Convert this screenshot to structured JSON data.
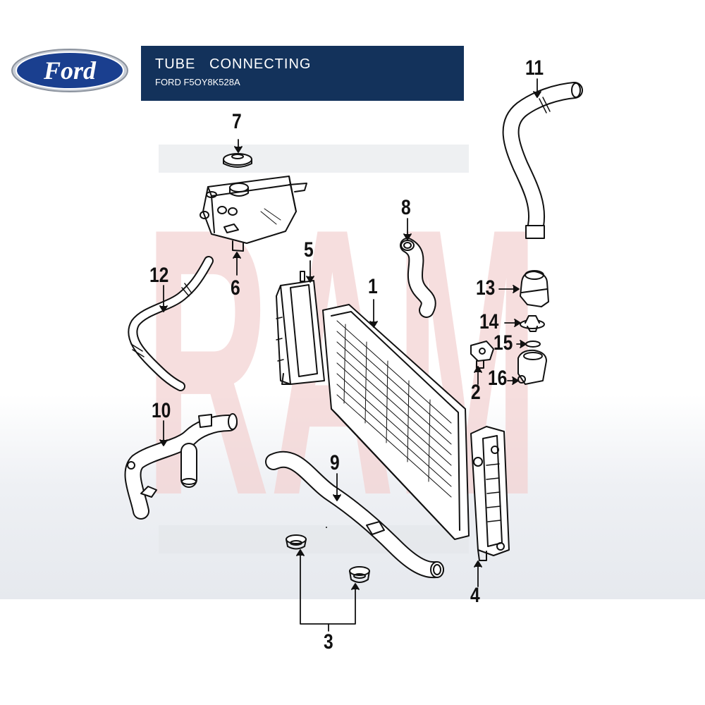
{
  "header": {
    "title": "TUBE   CONNECTING",
    "subtitle": "FORD F5OY8K528A"
  },
  "logo": {
    "text": "Ford",
    "icon": "ford-oval-logo"
  },
  "watermark": {
    "text": "RAM"
  },
  "callouts": [
    "1",
    "2",
    "3",
    "4",
    "5",
    "6",
    "7",
    "8",
    "9",
    "10",
    "11",
    "12",
    "13",
    "14",
    "15",
    "16"
  ],
  "colors": {
    "header_bg": "#13325b",
    "logo_blue": "#1a3f8f",
    "watermark_red": "#f3d3d3",
    "watermark_gray": "#e3e6ea"
  }
}
